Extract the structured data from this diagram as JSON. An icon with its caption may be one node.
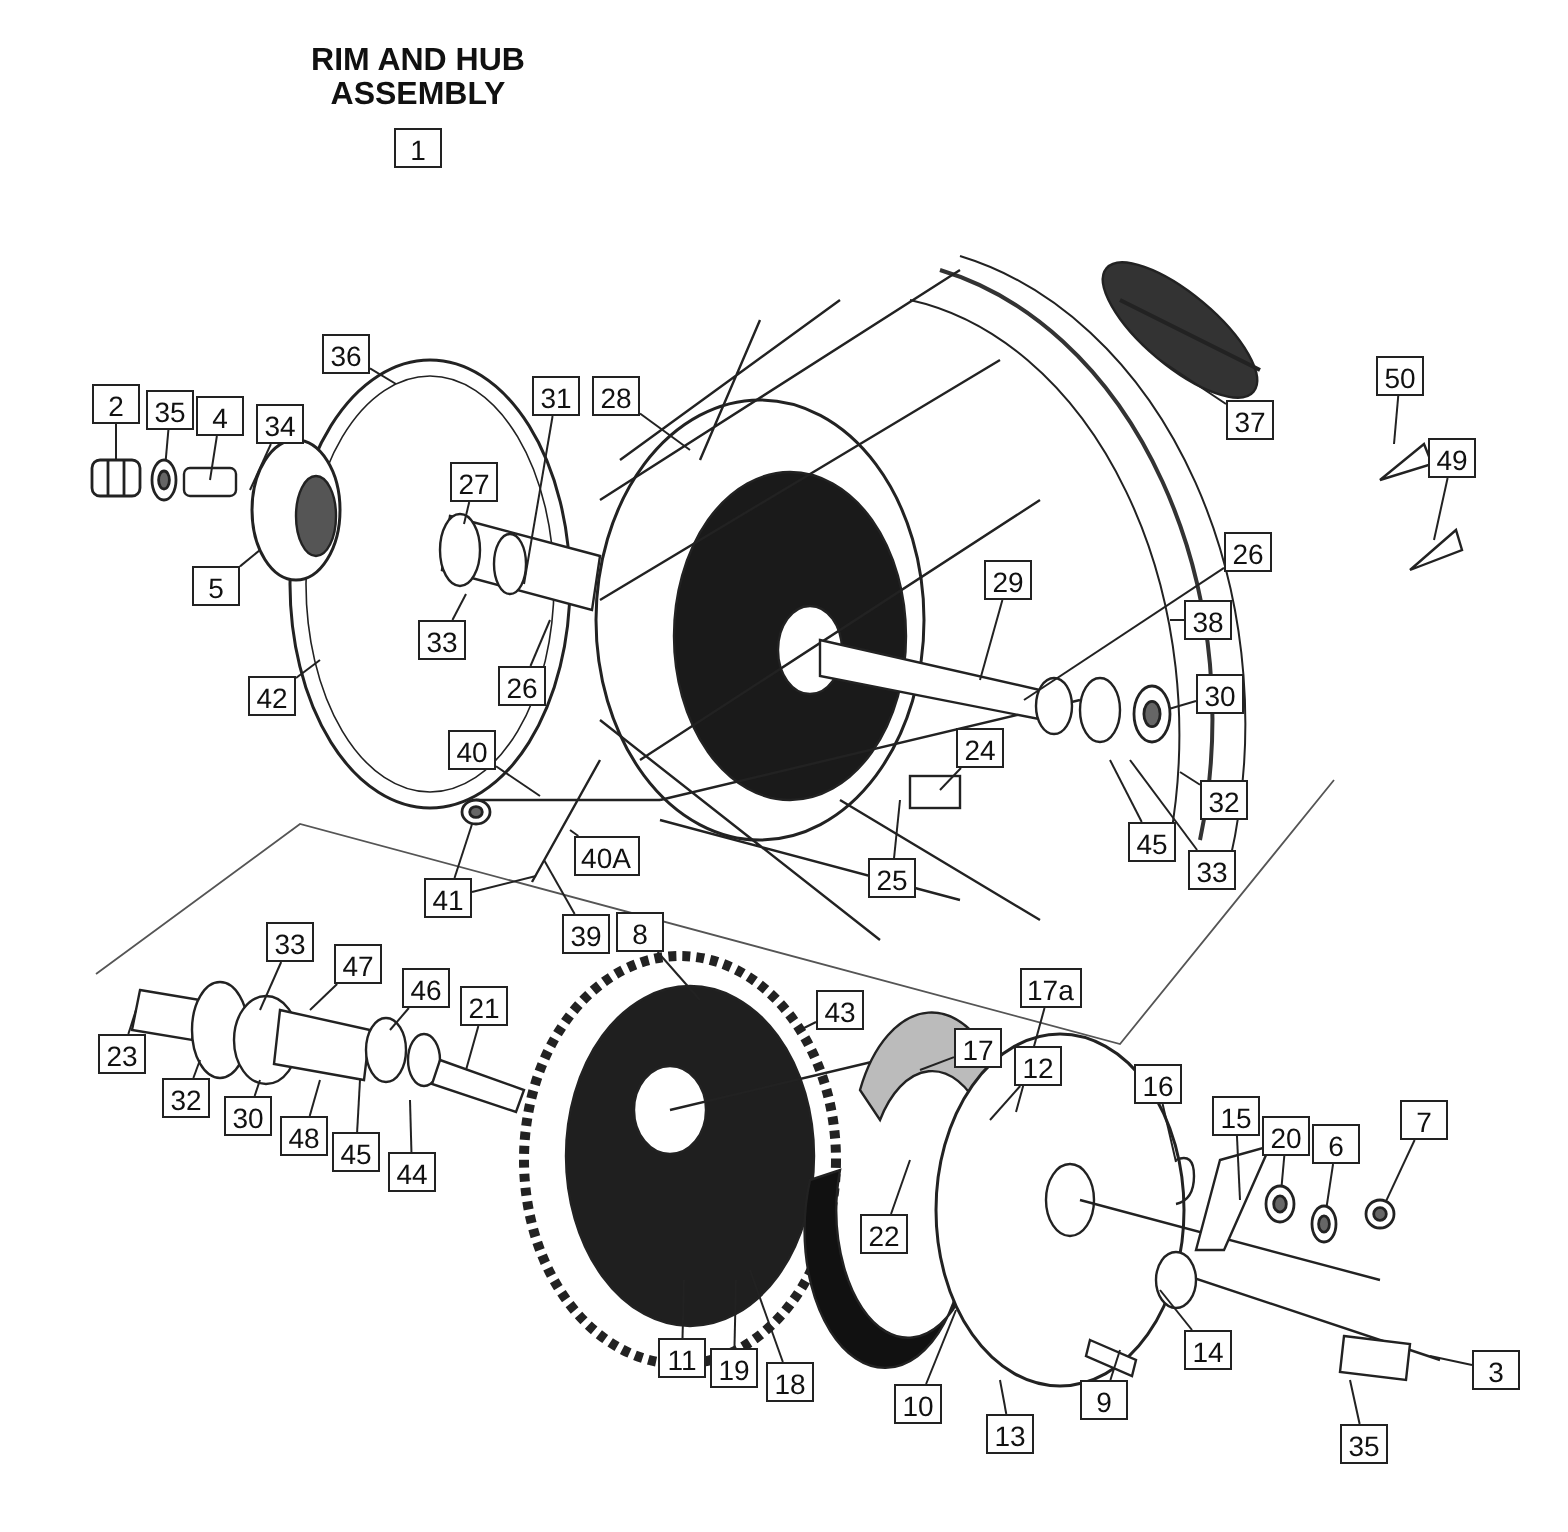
{
  "diagram": {
    "title": "RIM AND HUB ASSEMBLY",
    "nodes": [
      {
        "text": [
          "1"
        ]
      },
      {
        "text": [
          "36"
        ]
      },
      {
        "text": [
          "2"
        ]
      },
      {
        "text": [
          "35"
        ]
      },
      {
        "text": [
          "4"
        ]
      },
      {
        "text": [
          "34"
        ]
      },
      {
        "text": [
          "31"
        ]
      },
      {
        "text": [
          "28"
        ]
      },
      {
        "text": [
          "50"
        ]
      },
      {
        "text": [
          "37"
        ]
      },
      {
        "text": [
          "49"
        ]
      },
      {
        "text": [
          "27"
        ]
      },
      {
        "text": [
          "26"
        ]
      },
      {
        "text": [
          "29"
        ]
      },
      {
        "text": [
          "5"
        ]
      },
      {
        "text": [
          "38"
        ]
      },
      {
        "text": [
          "33"
        ]
      },
      {
        "text": [
          "42"
        ]
      },
      {
        "text": [
          "26"
        ]
      },
      {
        "text": [
          "30"
        ]
      },
      {
        "text": [
          "24"
        ]
      },
      {
        "text": [
          "40"
        ]
      },
      {
        "text": [
          "32"
        ]
      },
      {
        "text": [
          "45"
        ]
      },
      {
        "text": [
          "40A"
        ]
      },
      {
        "text": [
          "33"
        ]
      },
      {
        "text": [
          "25"
        ]
      },
      {
        "text": [
          "41"
        ]
      },
      {
        "text": [
          "39"
        ]
      },
      {
        "text": [
          "8"
        ]
      },
      {
        "text": [
          "33"
        ]
      },
      {
        "text": [
          "47"
        ]
      },
      {
        "text": [
          "17a"
        ]
      },
      {
        "text": [
          "46"
        ]
      },
      {
        "text": [
          "21"
        ]
      },
      {
        "text": [
          "43"
        ]
      },
      {
        "text": [
          "17"
        ]
      },
      {
        "text": [
          "23"
        ]
      },
      {
        "text": [
          "12"
        ]
      },
      {
        "text": [
          "16"
        ]
      },
      {
        "text": [
          "32"
        ]
      },
      {
        "text": [
          "15"
        ]
      },
      {
        "text": [
          "30"
        ]
      },
      {
        "text": [
          "48"
        ]
      },
      {
        "text": [
          "20"
        ]
      },
      {
        "text": [
          "7"
        ]
      },
      {
        "text": [
          "45"
        ]
      },
      {
        "text": [
          "6"
        ]
      },
      {
        "text": [
          "44"
        ]
      },
      {
        "text": [
          "22"
        ]
      },
      {
        "text": [
          "11"
        ]
      },
      {
        "text": [
          "14"
        ]
      },
      {
        "text": [
          "19"
        ]
      },
      {
        "text": [
          "3"
        ]
      },
      {
        "text": [
          "18"
        ]
      },
      {
        "text": [
          "9"
        ]
      },
      {
        "text": [
          "10"
        ]
      },
      {
        "text": [
          "13"
        ]
      },
      {
        "text": [
          "35"
        ]
      },
      {
        "text": [],
        "shape": "picture"
      },
      {
        "text": [],
        "shape": "picture"
      },
      {
        "text": [],
        "shape": "picture"
      },
      {
        "text": [],
        "shape": "picture"
      },
      {
        "text": [],
        "shape": "picture"
      },
      {
        "text": [],
        "shape": "picture"
      },
      {
        "text": [],
        "shape": "picture"
      }
    ],
    "edges": [
      {
        "from": 1,
        "to": null,
        "arrow": "none"
      },
      {
        "from": 2,
        "to": 59,
        "arrow": "none"
      },
      {
        "from": 3,
        "to": 60,
        "arrow": "none"
      },
      {
        "from": 4,
        "to": null,
        "arrow": "none"
      },
      {
        "from": 5,
        "to": null,
        "arrow": "none"
      },
      {
        "from": 6,
        "to": null,
        "arrow": "none"
      },
      {
        "from": 7,
        "to": null,
        "arrow": "none"
      },
      {
        "from": 8,
        "to": null,
        "arrow": "none"
      },
      {
        "from": 9,
        "to": null,
        "arrow": "none"
      },
      {
        "from": 10,
        "to": null,
        "arrow": "none"
      },
      {
        "from": 11,
        "to": null,
        "arrow": "none"
      },
      {
        "from": 12,
        "to": null,
        "arrow": "none"
      },
      {
        "from": 13,
        "to": null,
        "arrow": "none"
      },
      {
        "from": 14,
        "to": null,
        "arrow": "none"
      },
      {
        "from": 15,
        "to": null,
        "arrow": "none"
      },
      {
        "from": 16,
        "to": null,
        "arrow": "none"
      },
      {
        "from": 17,
        "to": null,
        "arrow": "none"
      },
      {
        "from": 18,
        "to": null,
        "arrow": "none"
      },
      {
        "from": 19,
        "to": 61,
        "arrow": "none"
      },
      {
        "from": 20,
        "to": null,
        "arrow": "none"
      },
      {
        "from": 21,
        "to": null,
        "arrow": "none"
      },
      {
        "from": 22,
        "to": null,
        "arrow": "none"
      },
      {
        "from": 23,
        "to": null,
        "arrow": "none"
      },
      {
        "from": 24,
        "to": null,
        "arrow": "none"
      },
      {
        "from": 25,
        "to": null,
        "arrow": "none"
      },
      {
        "from": 26,
        "to": null,
        "arrow": "none"
      },
      {
        "from": 27,
        "to": 62,
        "arrow": "none"
      },
      {
        "from": 27,
        "to": null,
        "arrow": "none"
      },
      {
        "from": 28,
        "to": null,
        "arrow": "none"
      },
      {
        "from": 29,
        "to": null,
        "arrow": "none"
      },
      {
        "from": 30,
        "to": null,
        "arrow": "none"
      },
      {
        "from": 31,
        "to": null,
        "arrow": "none"
      },
      {
        "from": 32,
        "to": null,
        "arrow": "none"
      },
      {
        "from": 33,
        "to": null,
        "arrow": "none"
      },
      {
        "from": 34,
        "to": null,
        "arrow": "none"
      },
      {
        "from": 35,
        "to": null,
        "arrow": "none"
      },
      {
        "from": 36,
        "to": null,
        "arrow": "none"
      },
      {
        "from": 37,
        "to": null,
        "arrow": "none"
      },
      {
        "from": 38,
        "to": null,
        "arrow": "none"
      },
      {
        "from": 39,
        "to": null,
        "arrow": "none"
      },
      {
        "from": 40,
        "to": null,
        "arrow": "none"
      },
      {
        "from": 41,
        "to": null,
        "arrow": "none"
      },
      {
        "from": 42,
        "to": null,
        "arrow": "none"
      },
      {
        "from": 43,
        "to": null,
        "arrow": "none"
      },
      {
        "from": 44,
        "to": 63,
        "arrow": "none"
      },
      {
        "from": 45,
        "to": 64,
        "arrow": "none"
      },
      {
        "from": 46,
        "to": null,
        "arrow": "none"
      },
      {
        "from": 47,
        "to": 65,
        "arrow": "none"
      },
      {
        "from": 48,
        "to": null,
        "arrow": "none"
      },
      {
        "from": 49,
        "to": null,
        "arrow": "none"
      },
      {
        "from": 50,
        "to": null,
        "arrow": "none"
      },
      {
        "from": 51,
        "to": null,
        "arrow": "none"
      },
      {
        "from": 52,
        "to": null,
        "arrow": "none"
      },
      {
        "from": 53,
        "to": null,
        "arrow": "none"
      },
      {
        "from": 54,
        "to": null,
        "arrow": "none"
      },
      {
        "from": 55,
        "to": null,
        "arrow": "none"
      },
      {
        "from": 56,
        "to": null,
        "arrow": "none"
      },
      {
        "from": 57,
        "to": null,
        "arrow": "none"
      },
      {
        "from": 58,
        "to": null,
        "arrow": "none"
      }
    ]
  }
}
